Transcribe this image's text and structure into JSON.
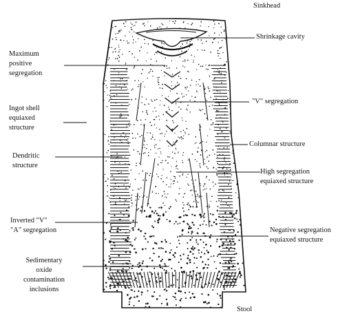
{
  "labels": {
    "sinkhead": "Sinkhead",
    "shrinkage_cavity": "Shrinkage cavity",
    "max_positive": [
      "Maximum",
      "positive",
      "segregation"
    ],
    "v_segregation": "\"V\" segregation",
    "ingot_shell": [
      "Ingot shell",
      "equiaxed",
      "structure"
    ],
    "columnar": "Columnar structure",
    "dendritic": [
      "Dendritic",
      "structure"
    ],
    "high_segregation": [
      "High segregation",
      "equiaxed structure"
    ],
    "inverted_v": [
      "Inverted \"V\"",
      "\"A\" segregation"
    ],
    "negative_segregation": [
      "Negative segregation",
      "equiaxed structure"
    ],
    "sedimentary": [
      "Sedimentary",
      "oxide",
      "contamination",
      "inclusions"
    ],
    "stool": "Stool"
  },
  "colors": {
    "ink": "#111111",
    "paper": "#ffffff"
  }
}
